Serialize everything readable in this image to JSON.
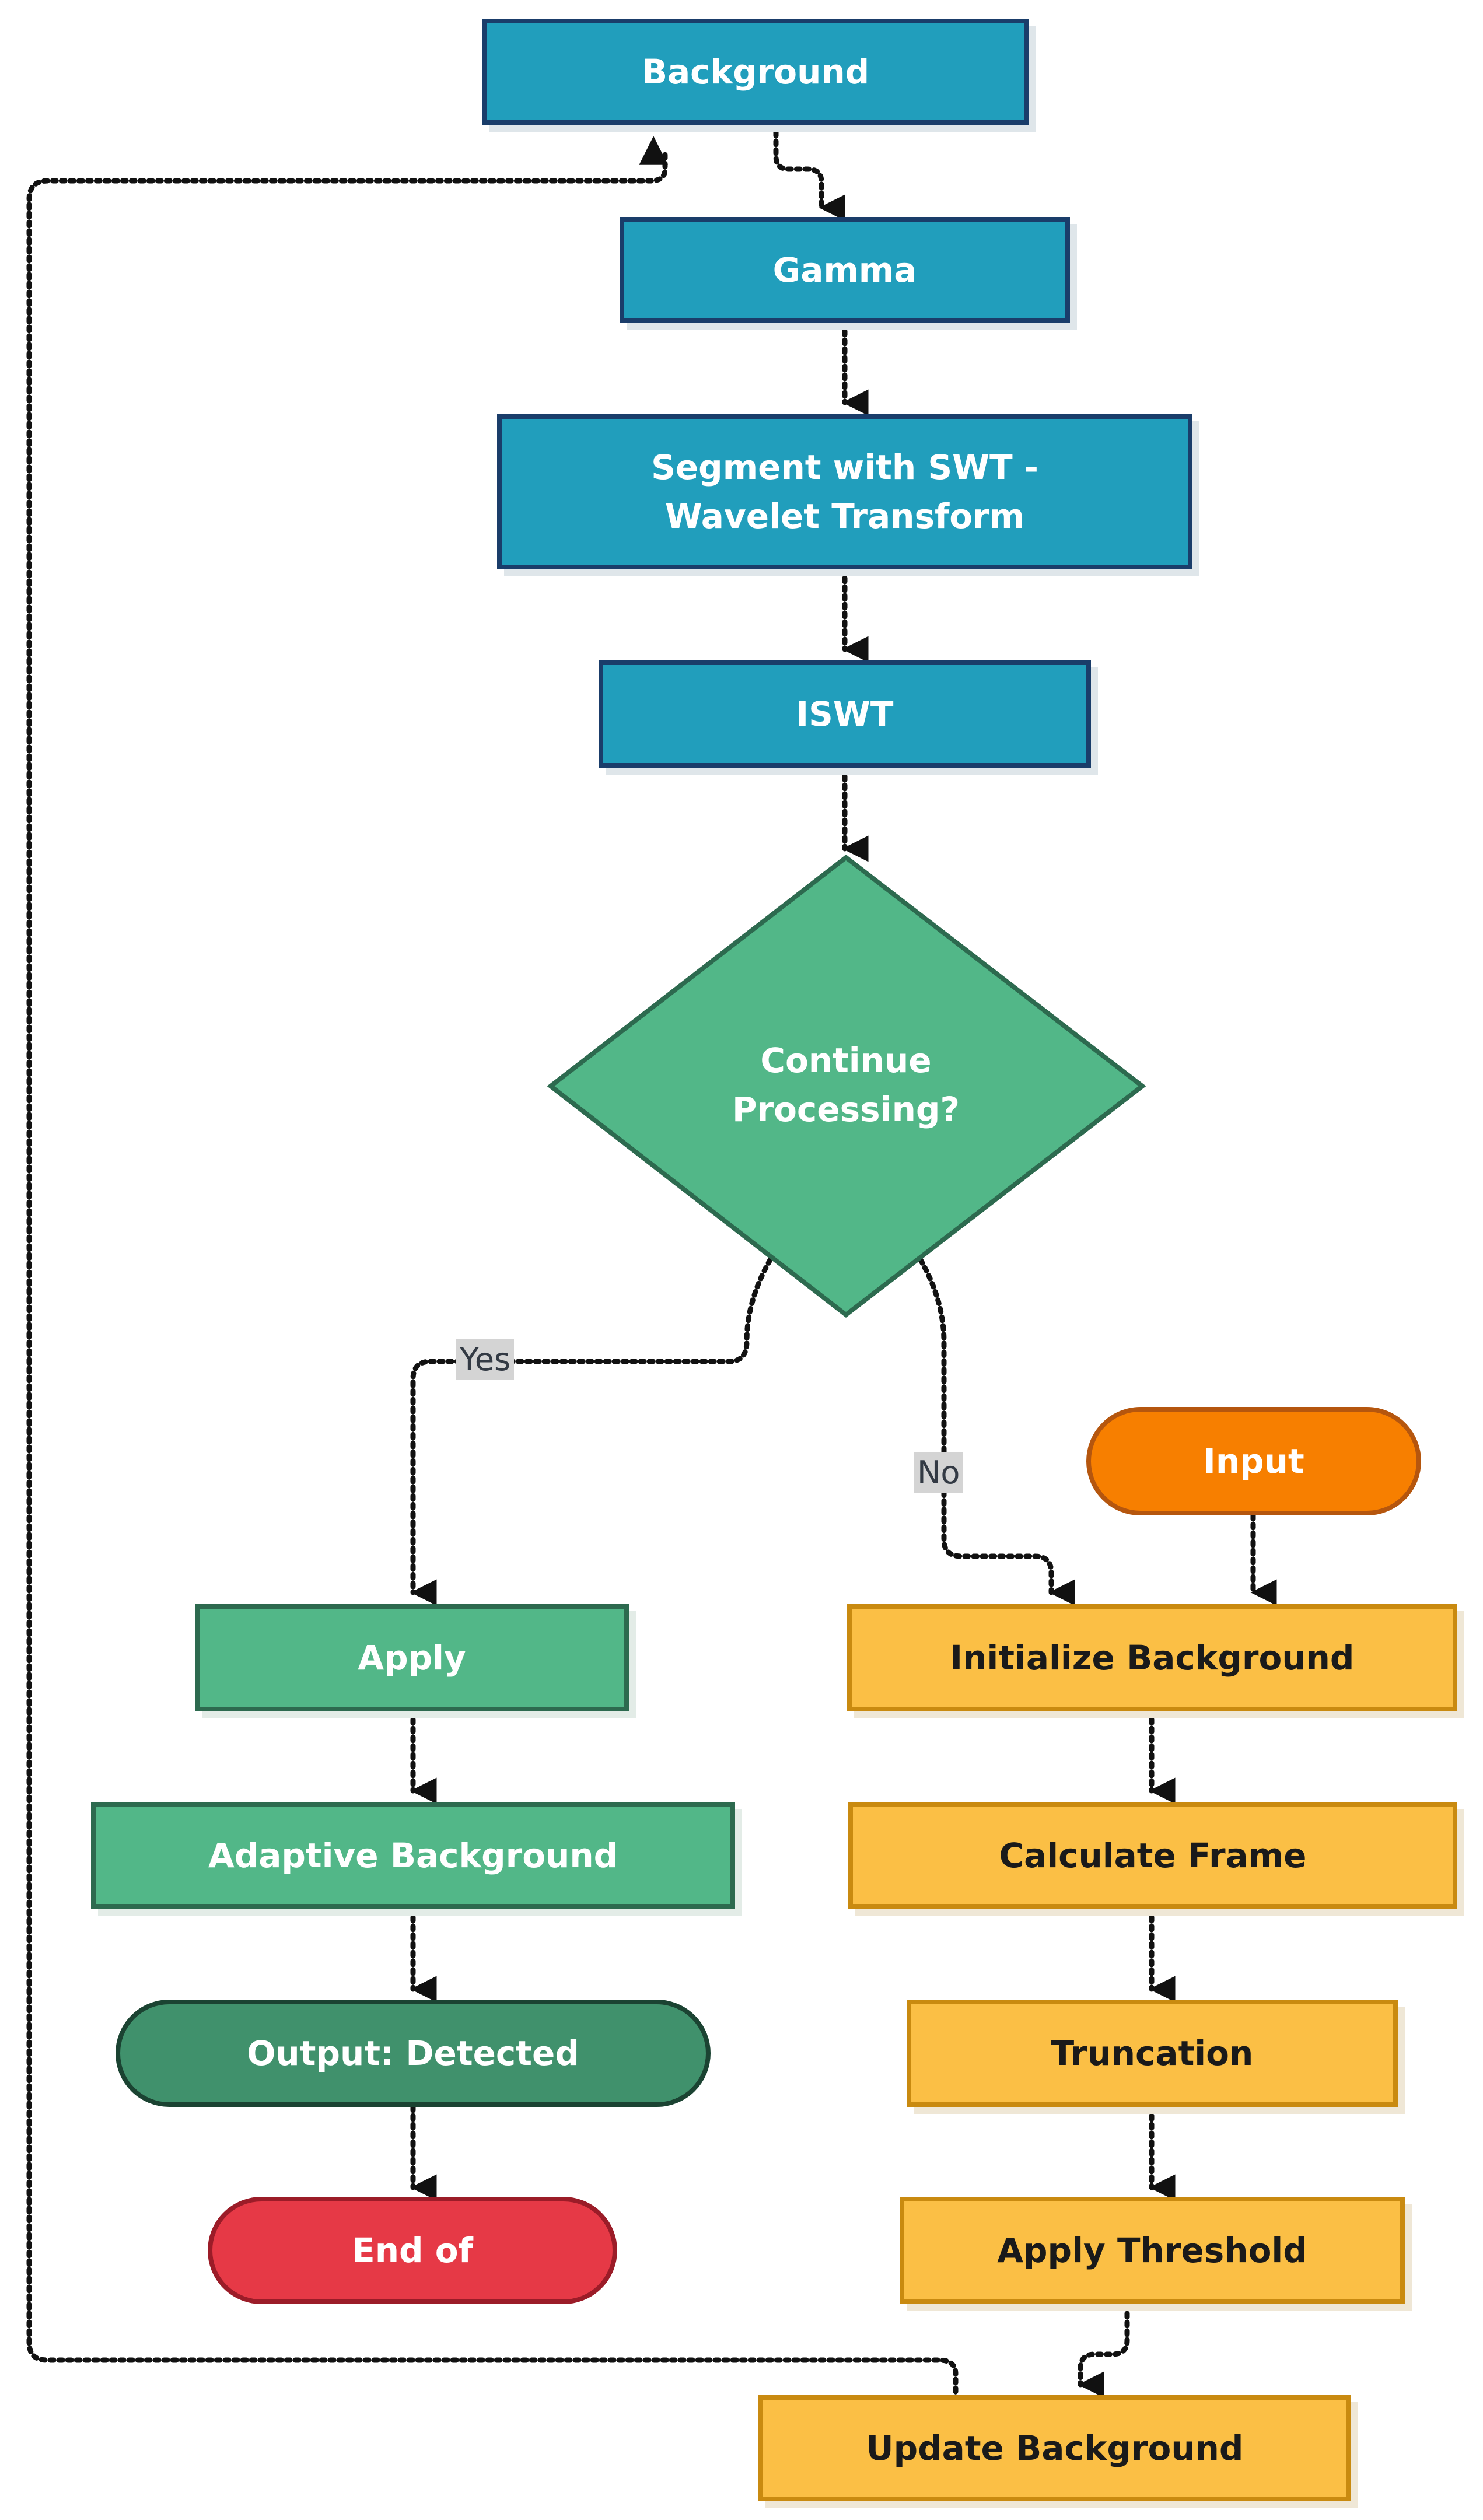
{
  "nodes": {
    "background": "Background",
    "gamma": "Gamma",
    "segment": "Segment with SWT -\nWavelet Transform",
    "iswt": "ISWT",
    "decision": "Continue\nProcessing?",
    "apply": "Apply",
    "adaptive": "Adaptive Background",
    "output": "Output: Detected",
    "end": "End of",
    "input": "Input",
    "init": "Initialize Background",
    "calc": "Calculate Frame",
    "trunc": "Truncation",
    "threshold": "Apply Threshold",
    "update": "Update Background"
  },
  "edges": {
    "yes": "Yes",
    "no": "No"
  },
  "colors": {
    "process_blue": "#219ebc",
    "decision_green": "#52b788",
    "output_green": "#40916c",
    "process_yellow": "#fbbf45",
    "input_orange": "#f77f00",
    "end_red": "#e63946"
  }
}
